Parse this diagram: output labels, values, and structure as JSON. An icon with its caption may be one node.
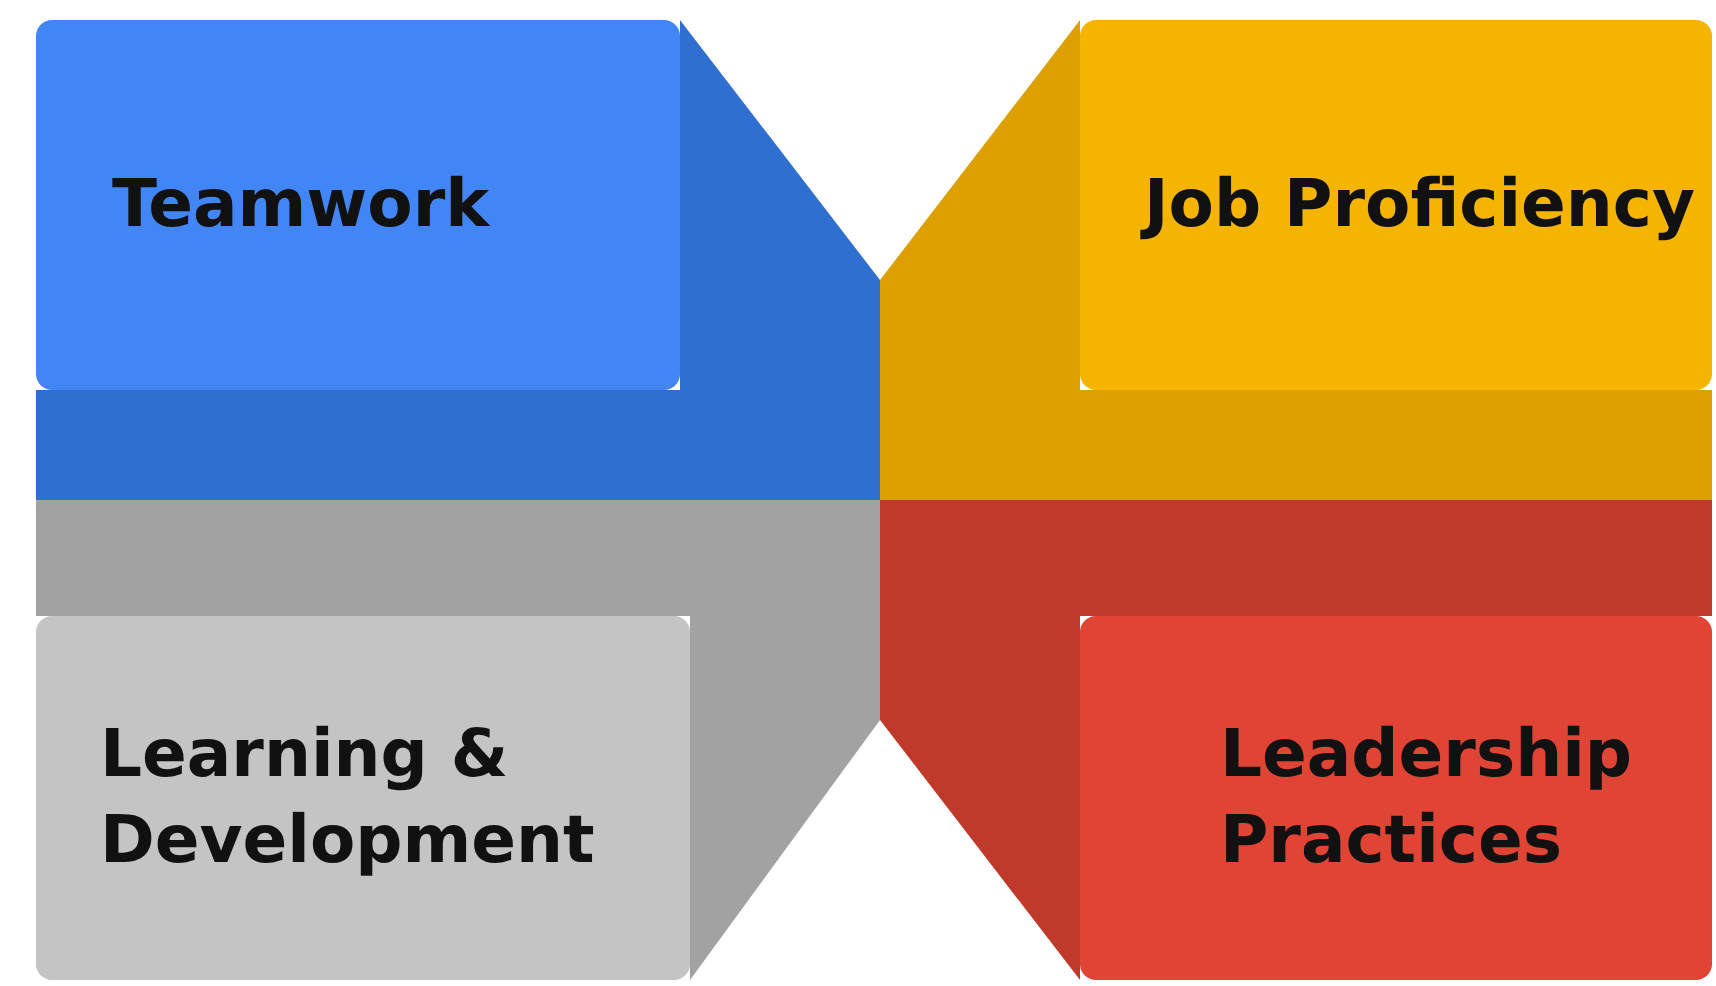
{
  "diagram": {
    "nodes": [
      {
        "text": [
          "Teamwork"
        ]
      },
      {
        "text": [
          "Job Proficiency"
        ]
      },
      {
        "text": [
          "Learning & Development"
        ]
      },
      {
        "text": [
          "Leadership Practices"
        ]
      }
    ]
  }
}
